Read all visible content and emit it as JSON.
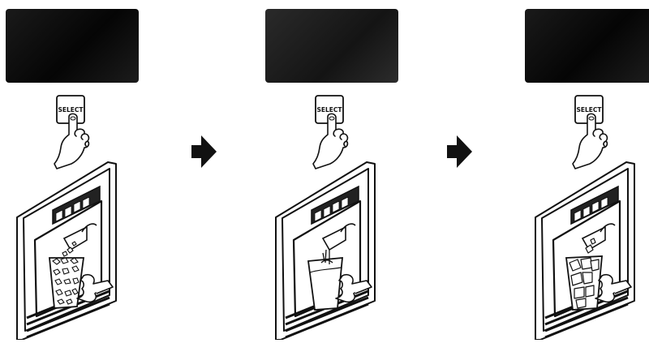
{
  "steps": [
    {
      "select_button_label": "SELECT"
    },
    {
      "select_button_label": "SELECT"
    },
    {
      "select_button_label": "SELECT"
    }
  ],
  "colors": {
    "screen": "#0d0d0d",
    "line": "#111111",
    "background": "#ffffff"
  },
  "icons": [
    "select-button-icon",
    "pressing-hand-icon",
    "next-arrow-icon",
    "ice-dispenser-icon"
  ]
}
